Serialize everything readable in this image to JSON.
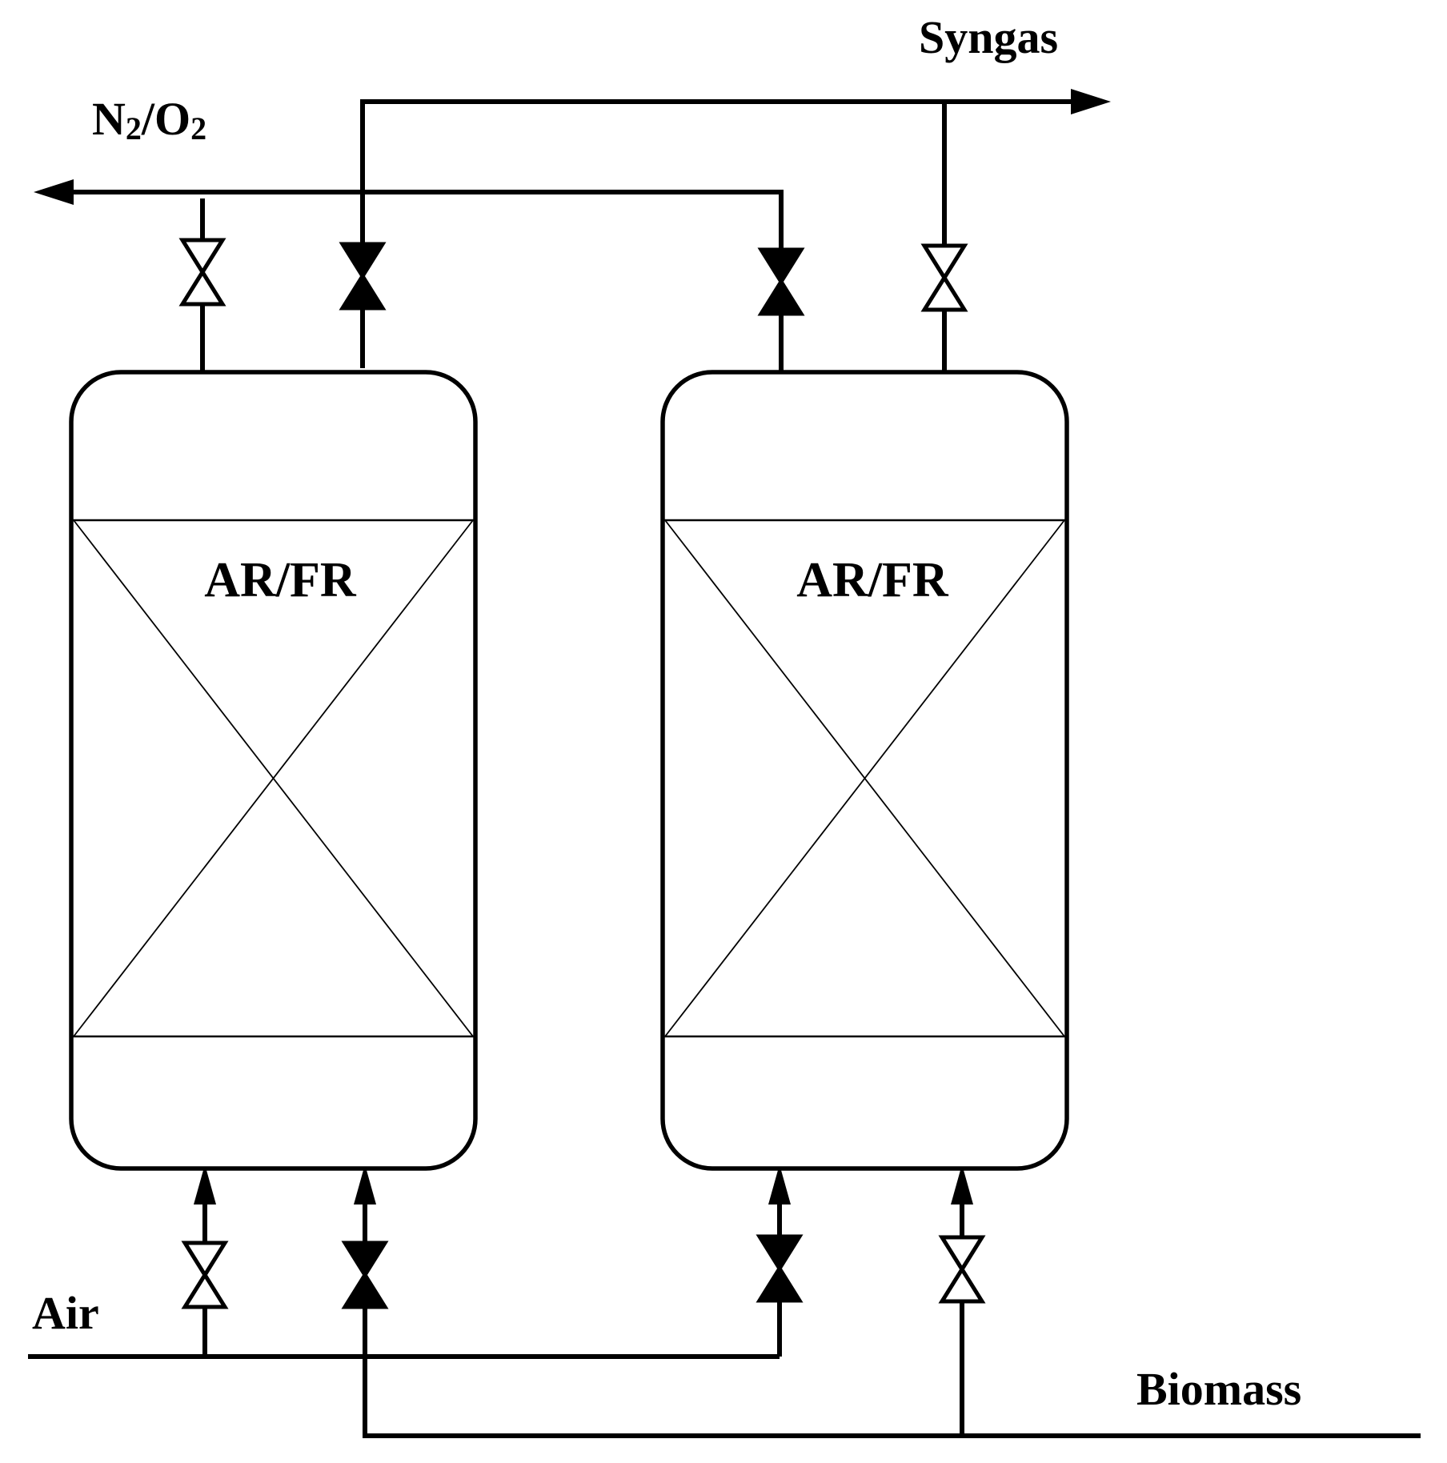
{
  "diagram": {
    "labels": {
      "syngas": "Syngas",
      "n2": "N",
      "n2_sub": "2",
      "slash": "/O",
      "o2_sub": "2",
      "air": "Air",
      "biomass": "Biomass",
      "reactor_left": "AR/FR",
      "reactor_right": "AR/FR"
    },
    "valves": {
      "left_top_outer": "open",
      "left_top_inner": "closed",
      "right_top_inner": "closed",
      "right_top_outer": "open",
      "left_bottom_outer": "open",
      "left_bottom_inner": "closed",
      "right_bottom_inner": "closed",
      "right_bottom_outer": "open"
    },
    "colors": {
      "line": "#000000",
      "background": "#ffffff"
    }
  }
}
